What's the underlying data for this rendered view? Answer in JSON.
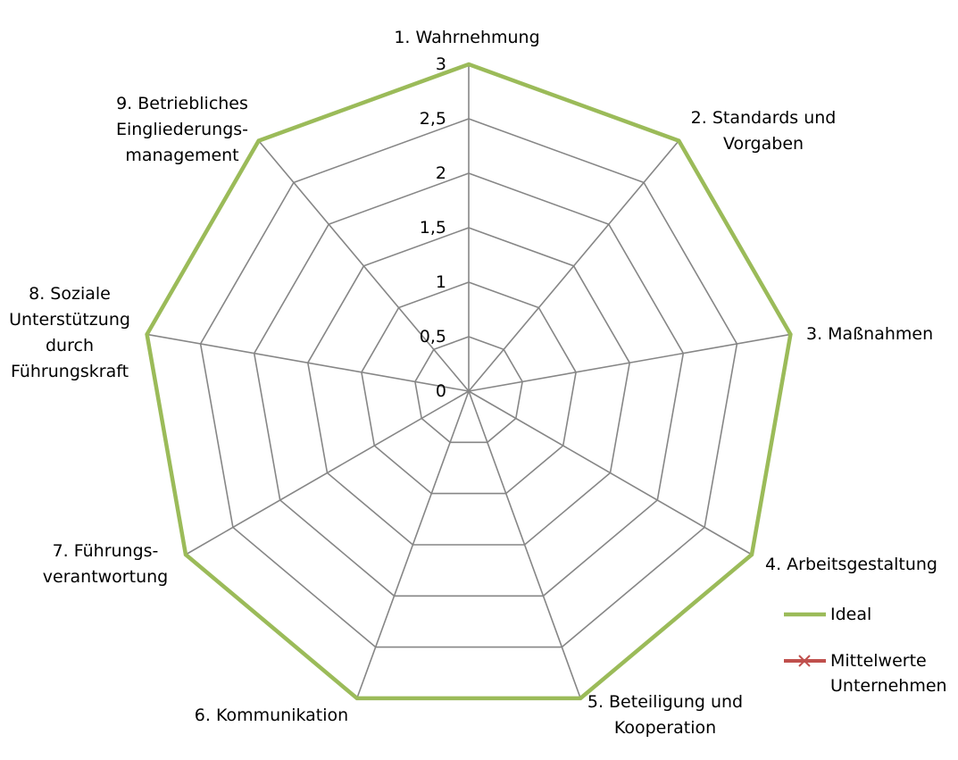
{
  "chart_data": {
    "type": "radar",
    "title": "",
    "categories": [
      "1. Wahrnehmung",
      "2. Standards und Vorgaben",
      "3. Maßnahmen",
      "4. Arbeitsgestaltung",
      "5. Beteiligung und Kooperation",
      "6. Kommunikation",
      "7. Führungs-verantwortung",
      "8. Soziale Unterstützung durch Führungskraft",
      "9. Betriebliches Eingliederungs-management"
    ],
    "category_label_lines": [
      [
        "1. Wahrnehmung"
      ],
      [
        "2. Standards und",
        "Vorgaben"
      ],
      [
        "3. Maßnahmen"
      ],
      [
        "4. Arbeitsgestaltung"
      ],
      [
        "5. Beteiligung und",
        "Kooperation"
      ],
      [
        "6. Kommunikation"
      ],
      [
        "7. Führungs-",
        "verantwortung"
      ],
      [
        "8. Soziale",
        "Unterstützung",
        "durch",
        "Führungskraft"
      ],
      [
        "9. Betriebliches",
        "Eingliederungs-",
        "management"
      ]
    ],
    "rlim": [
      0,
      3
    ],
    "ticks": [
      0,
      0.5,
      1,
      1.5,
      2,
      2.5,
      3
    ],
    "tick_labels": [
      "0",
      "0,5",
      "1",
      "1,5",
      "2",
      "2,5",
      "3"
    ],
    "grid": true,
    "legend_position": "right",
    "series": [
      {
        "name": "Ideal",
        "values": [
          3,
          3,
          3,
          3,
          3,
          3,
          3,
          3,
          3
        ],
        "color": "#9BBB59",
        "marker": "none"
      },
      {
        "name": "Mittelwerte Unternehmen",
        "values": [],
        "color": "#C0504D",
        "marker": "x"
      }
    ],
    "legend_label_lines": [
      [
        "Ideal"
      ],
      [
        "Mittelwerte",
        "Unternehmen"
      ]
    ],
    "grid_color": "#868686"
  }
}
